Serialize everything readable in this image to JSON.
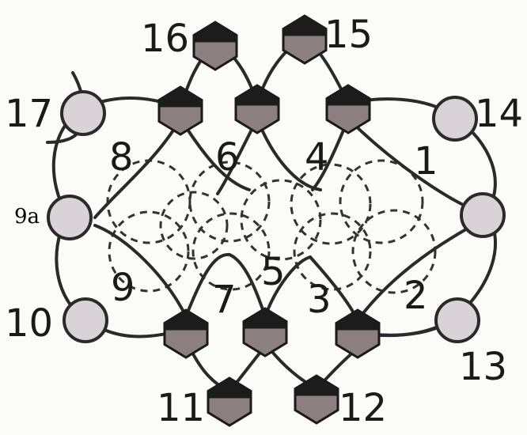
{
  "labels": {
    "b1": "1",
    "b2": "2",
    "b3": "3",
    "b4": "4",
    "b5": "5",
    "b6": "6",
    "b7": "7",
    "b8": "8",
    "b9": "9",
    "b9a": "9a",
    "b10": "10",
    "b11": "11",
    "b12": "12",
    "b13": "13",
    "b14": "14",
    "b15": "15",
    "b16": "16",
    "b17": "17"
  },
  "colors": {
    "bead_body": "#8c7f7f",
    "bead_cap": "#1c1c1c",
    "round_bead": "#d9d3d8",
    "thread": "#2a2a2a"
  }
}
